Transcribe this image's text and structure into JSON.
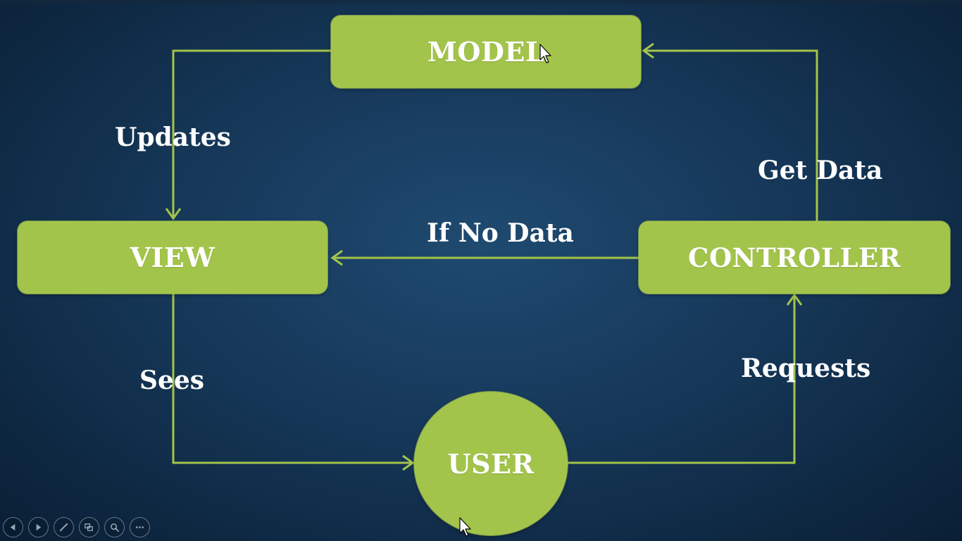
{
  "diagram": {
    "nodes": {
      "model": "MODEL",
      "view": "VIEW",
      "controller": "CONTROLLER",
      "user": "USER"
    },
    "edges": {
      "updates": "Updates",
      "get_data": "Get Data",
      "if_no_data": "If No Data",
      "sees": "Sees",
      "requests": "Requests"
    }
  },
  "colors": {
    "node_fill": "#a3c44a",
    "connector": "#a3c44a",
    "background": "#173a5c",
    "text": "#ffffff"
  },
  "toolbar": {
    "icons": [
      "previous-icon",
      "next-icon",
      "pen-icon",
      "slides-icon",
      "zoom-icon",
      "more-icon"
    ]
  }
}
